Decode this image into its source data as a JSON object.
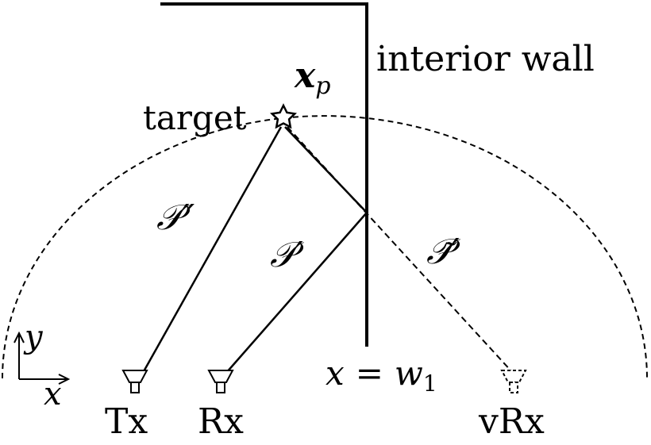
{
  "labels": {
    "wall": "interior wall",
    "target": "target",
    "xp_main": "x",
    "xp_sub": "p",
    "path_tx": "𝒫″",
    "path_rx": "𝒫′",
    "path_virtual": "𝒫̃′",
    "wall_eq_lhs": "x",
    "wall_eq_eq": "=",
    "wall_eq_w": "w",
    "wall_eq_sub": "1",
    "axis_y": "y",
    "axis_x": "x",
    "tx": "Tx",
    "rx": "Rx",
    "vrx": "vRx"
  }
}
